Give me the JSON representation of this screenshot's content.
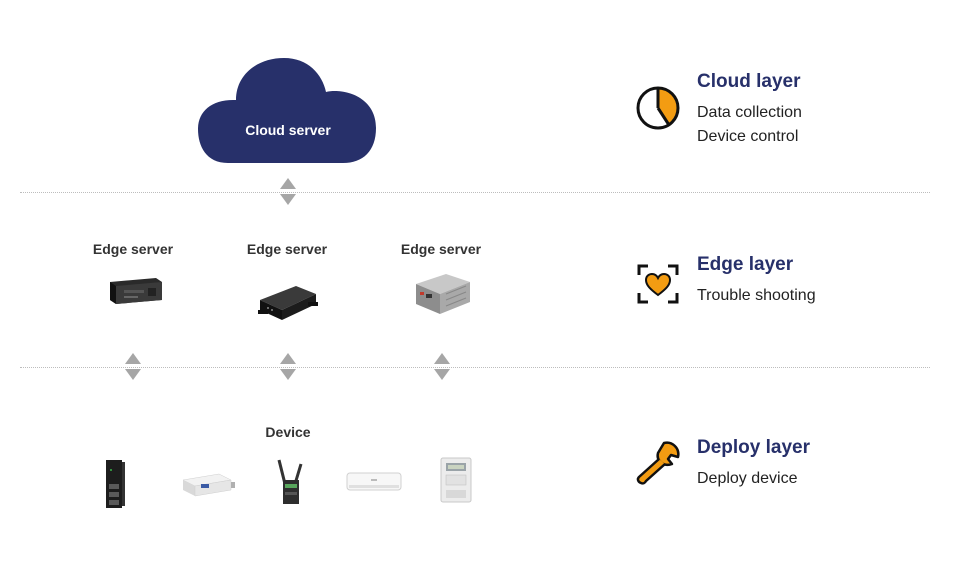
{
  "cloud": {
    "label": "Cloud server"
  },
  "edge": {
    "servers": [
      "Edge server",
      "Edge server",
      "Edge server"
    ]
  },
  "device": {
    "label": "Device"
  },
  "layers": [
    {
      "title": "Cloud layer",
      "lines": [
        "Data collection",
        "Device control"
      ],
      "icon": "pie-chart-icon"
    },
    {
      "title": "Edge layer",
      "lines": [
        "Trouble shooting"
      ],
      "icon": "heart-scan-icon"
    },
    {
      "title": "Deploy layer",
      "lines": [
        "Deploy device"
      ],
      "icon": "wrench-icon"
    }
  ],
  "colors": {
    "cloud": "#27306a",
    "title": "#27306a",
    "accent": "#f39c12",
    "arrow": "#a6a6a6"
  }
}
